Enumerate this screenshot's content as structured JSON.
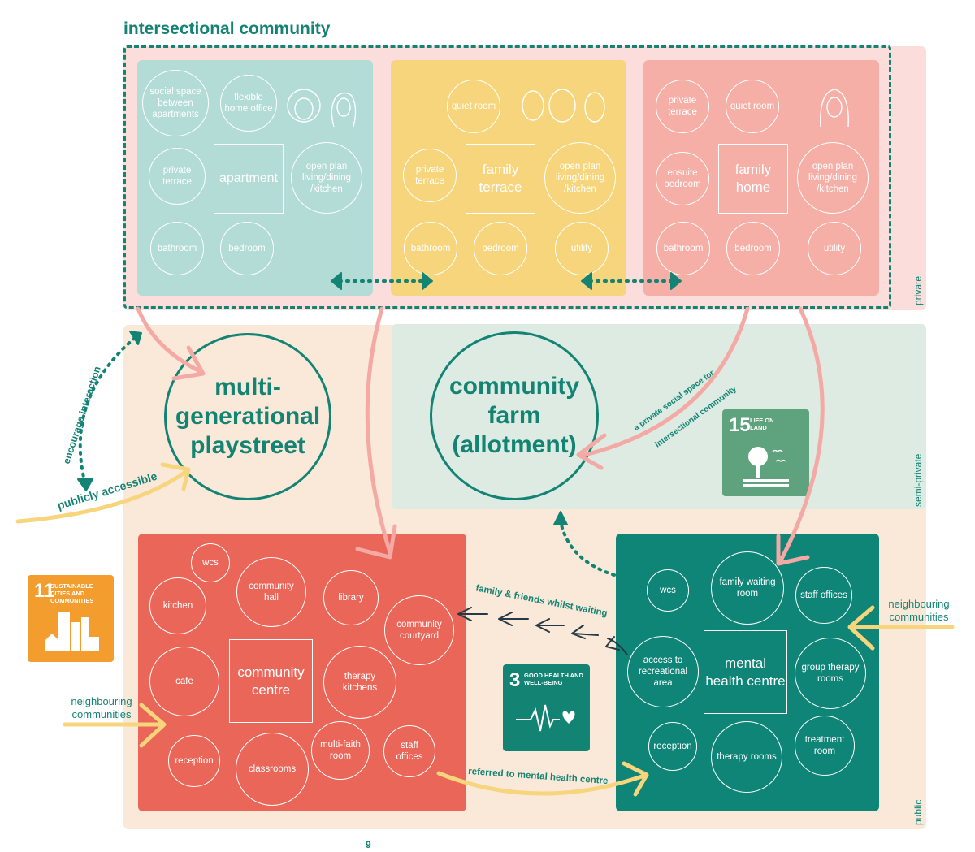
{
  "title": "intersectional community",
  "zones": {
    "private": "private",
    "semi_private": "semi-private",
    "public": "public"
  },
  "apartment": {
    "core": "apartment",
    "rooms": [
      "social space between apartments",
      "flexible home office",
      "private terrace",
      "open plan living/dining /kitchen",
      "bathroom",
      "bedroom"
    ]
  },
  "family_terrace": {
    "core": "family terrace",
    "rooms": [
      "quiet room",
      "private terrace",
      "open plan living/dining /kitchen",
      "bathroom",
      "bedroom",
      "utility"
    ]
  },
  "family_home": {
    "core": "family home",
    "rooms": [
      "private terrace",
      "quiet room",
      "ensuite bedroom",
      "open plan living/dining /kitchen",
      "bathroom",
      "bedroom",
      "utility"
    ]
  },
  "playstreet": "multi-generational playstreet",
  "farm": "community farm (allotment)",
  "community_centre": {
    "core": "community centre",
    "rooms": [
      "wcs",
      "kitchen",
      "community hall",
      "library",
      "community courtyard",
      "cafe",
      "therapy kitchens",
      "reception",
      "classrooms",
      "multi-faith room",
      "staff offices"
    ]
  },
  "mental_health_centre": {
    "core": "mental health centre",
    "rooms": [
      "wcs",
      "family waiting room",
      "staff offices",
      "access to recreational area",
      "group therapy rooms",
      "reception",
      "therapy rooms",
      "treatment room"
    ]
  },
  "labels": {
    "encourage": "encourage interaction",
    "publicly": "publicly accessible",
    "private_social": "a private social space for",
    "intersectional": "intersectional community",
    "family_friends": "family & friends whilst waiting",
    "referred": "referred to mental health centre",
    "neighbouring_left": "neighbouring communities",
    "neighbouring_right": "neighbouring communities"
  },
  "sdgs": {
    "sdg11": {
      "num": "11",
      "text": "SUSTAINABLE CITIES AND COMMUNITIES",
      "color": "#F39D2F"
    },
    "sdg15": {
      "num": "15",
      "text": "LIFE ON LAND",
      "color": "#5FA37E"
    },
    "sdg3": {
      "num": "3",
      "text": "GOOD HEALTH AND WELL-BEING",
      "color": "#138374"
    }
  },
  "page_number": "9",
  "colors": {
    "teal": "#138374",
    "apartment": "#B3DCD6",
    "terrace": "#F6D57C",
    "home": "#F5AFA7",
    "centre": "#EA6659",
    "mhc": "#0E8577",
    "pink_zone": "#FBDEDC",
    "semi_zone": "#DDEBE3",
    "public_zone": "#FAE9D9",
    "arrow_pink": "#F4A9A4",
    "arrow_yellow": "#F6D57C"
  }
}
